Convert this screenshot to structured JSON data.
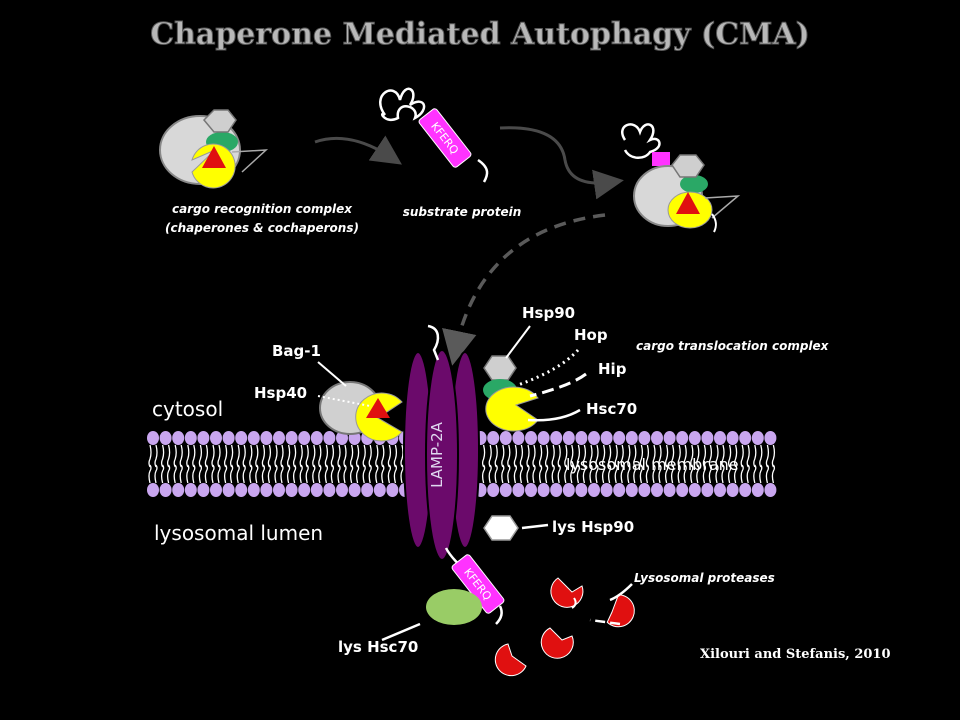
{
  "title": "Chaperone Mediated Autophagy (CMA)",
  "labels": {
    "cargo_recognition_1": "cargo recognition complex",
    "cargo_recognition_2": "(chaperones & cochaperons)",
    "substrate_protein": "substrate protein",
    "cargo_translocation": "cargo translocation complex",
    "kferq": "KFERQ",
    "bag1": "Bag-1",
    "hsp40": "Hsp40",
    "hsp90": "Hsp90",
    "hop": "Hop",
    "hip": "Hip",
    "hsc70": "Hsc70",
    "cytosol": "cytosol",
    "lysosomal_membrane": "lysosomal membrane",
    "lamp2a": "LAMP-2A",
    "lysosomal_lumen": "lysosomal lumen",
    "lys_hsp90": "lys Hsp90",
    "lys_hsc70": "lys Hsc70",
    "lysosomal_proteases": "Lysosomal proteases",
    "citation": "Xilouri and Stefanis, 2010"
  },
  "colors": {
    "background": "#000000",
    "membrane": "#c9a6ef",
    "lamp": "#6b0a6b",
    "kferq": "#ff33ff",
    "hsc70": "#ffff00",
    "hop": "#2aa866",
    "hsp90": "#cfcfcf",
    "protease": "#e01010",
    "lys_hsc70": "#99cc66"
  }
}
